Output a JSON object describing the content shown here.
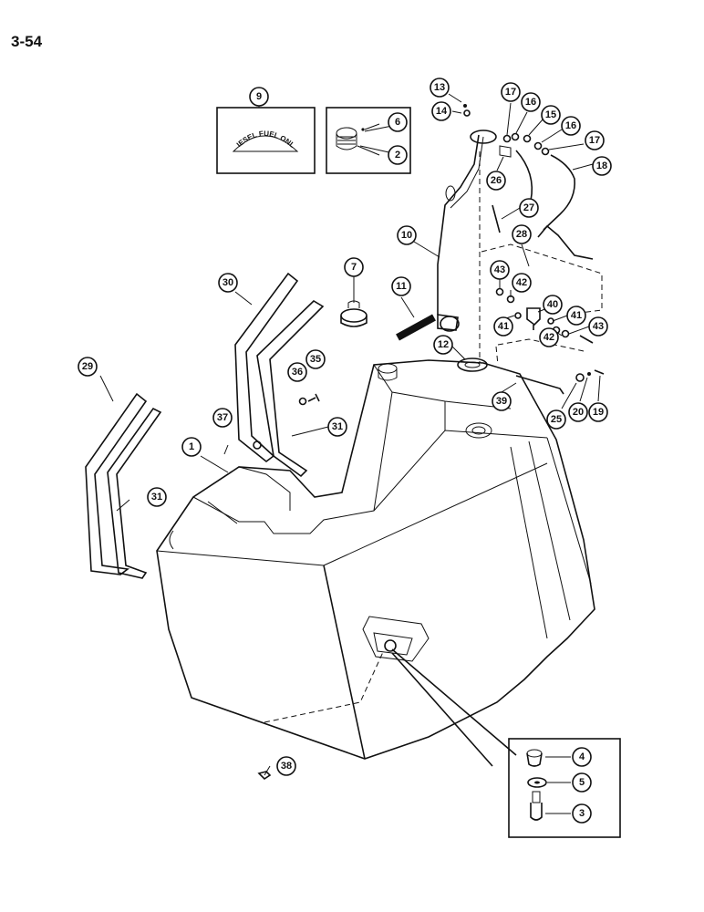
{
  "page": {
    "number": "3-54"
  },
  "inset_text": "DIESEL FUEL ONLY",
  "callouts": {
    "c1": "1",
    "c2": "2",
    "c3": "3",
    "c4": "4",
    "c5": "5",
    "c6": "6",
    "c7": "7",
    "c9": "9",
    "c10": "10",
    "c11": "11",
    "c12": "12",
    "c13": "13",
    "c14": "14",
    "c15": "15",
    "c16a": "16",
    "c16b": "16",
    "c17a": "17",
    "c17b": "17",
    "c18": "18",
    "c19": "19",
    "c20": "20",
    "c25": "25",
    "c26": "26",
    "c27": "27",
    "c28": "28",
    "c29": "29",
    "c30": "30",
    "c31a": "31",
    "c31b": "31",
    "c35": "35",
    "c36": "36",
    "c37": "37",
    "c38": "38",
    "c39": "39",
    "c40": "40",
    "c41a": "41",
    "c41b": "41",
    "c42a": "42",
    "c42b": "42",
    "c43a": "43",
    "c43b": "43"
  }
}
